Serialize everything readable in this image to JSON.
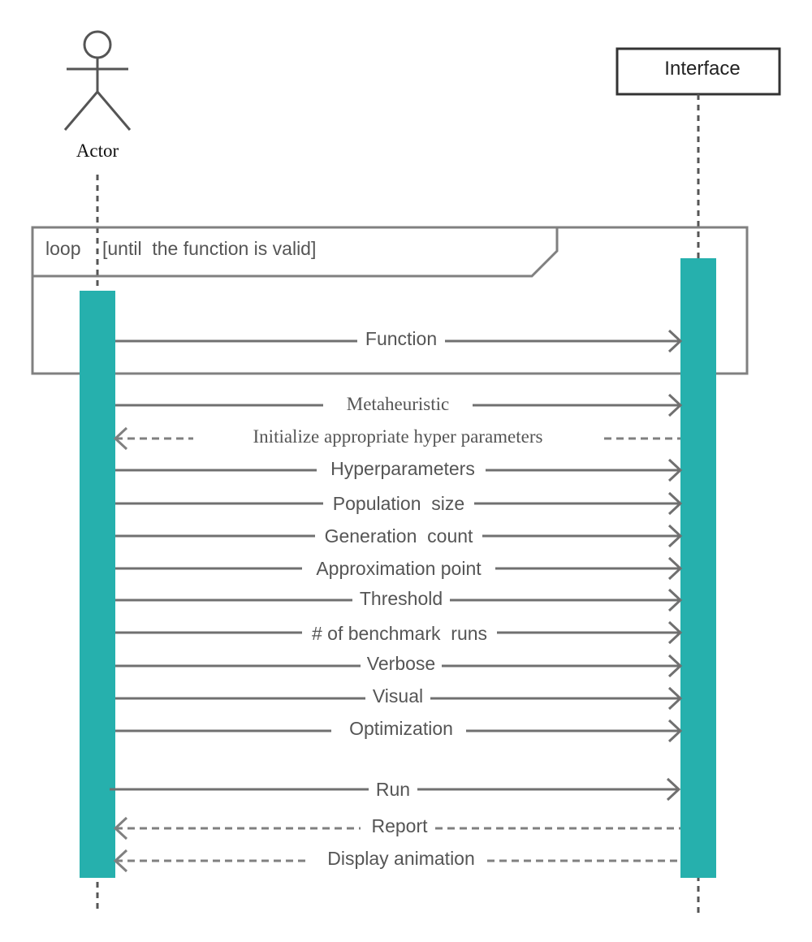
{
  "participants": {
    "actor": {
      "label": "Actor"
    },
    "interface": {
      "label": "Interface"
    }
  },
  "loop": {
    "keyword": "loop",
    "guard": "[until  the function is valid]"
  },
  "messages": [
    {
      "label": "Function",
      "direction": "to-interface",
      "style": "solid"
    },
    {
      "label": "Metaheuristic",
      "direction": "to-interface",
      "style": "solid"
    },
    {
      "label": "Initialize appropriate hyper parameters",
      "direction": "to-actor",
      "style": "dashed"
    },
    {
      "label": "Hyperparameters",
      "direction": "to-interface",
      "style": "solid"
    },
    {
      "label": "Population  size",
      "direction": "to-interface",
      "style": "solid"
    },
    {
      "label": "Generation  count",
      "direction": "to-interface",
      "style": "solid"
    },
    {
      "label": "Approximation point",
      "direction": "to-interface",
      "style": "solid"
    },
    {
      "label": "Threshold",
      "direction": "to-interface",
      "style": "solid"
    },
    {
      "label": "# of benchmark  runs",
      "direction": "to-interface",
      "style": "solid"
    },
    {
      "label": "Verbose",
      "direction": "to-interface",
      "style": "solid"
    },
    {
      "label": "Visual",
      "direction": "to-interface",
      "style": "solid"
    },
    {
      "label": "Optimization",
      "direction": "to-interface",
      "style": "solid"
    },
    {
      "label": "Run",
      "direction": "to-interface",
      "style": "solid"
    },
    {
      "label": "Report",
      "direction": "to-actor",
      "style": "dashed"
    },
    {
      "label": "Display animation",
      "direction": "to-actor",
      "style": "dashed"
    }
  ],
  "colors": {
    "activation": "#26b0ad",
    "line": "#707070",
    "frame": "#808080",
    "text": "#555555",
    "dark": "#333333"
  }
}
